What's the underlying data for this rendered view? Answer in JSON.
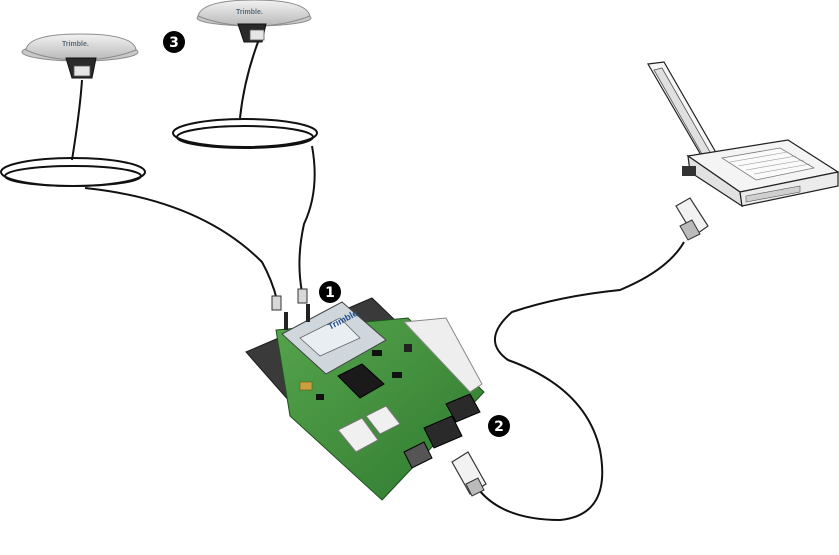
{
  "callouts": {
    "receiver_board": "1",
    "serial_cable": "2",
    "antennas": "3"
  },
  "antenna_brand": "Trimble.",
  "module_brand": "Trimble",
  "icons": {
    "antenna": "gnss-antenna-icon",
    "board": "receiver-board-icon",
    "laptop": "laptop-icon",
    "connector": "db9-connector-icon"
  },
  "colors": {
    "cable": "#111111",
    "board_green": "#3f8f3a",
    "board_plate": "#3a3a3a",
    "antenna_body": "#d9d9d9",
    "laptop_body": "#f4f4f4",
    "callout_fill": "#000000"
  }
}
